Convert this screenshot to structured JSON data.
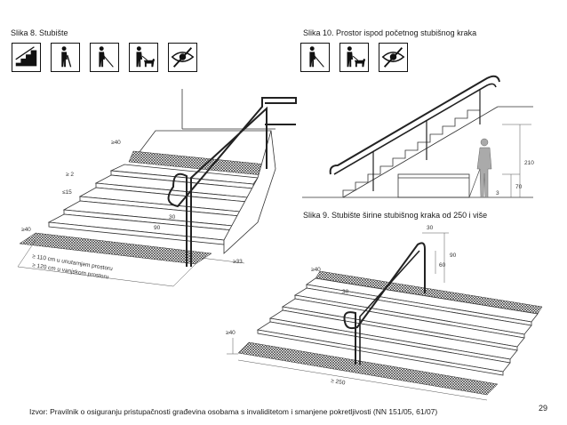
{
  "captions": {
    "fig8": "Slika 8. Stubište",
    "fig10": "Slika 10. Prostor ispod početnog stubišnog kraka",
    "fig9": "Slika 9. Stubište širine stubišnog kraka od 250 i više"
  },
  "icons": {
    "left": [
      "stairs-icon",
      "person-cane-icon",
      "person-white-cane-icon",
      "person-guide-dog-icon",
      "crossed-eye-icon"
    ],
    "right": [
      "person-white-cane-icon",
      "person-guide-dog-icon",
      "crossed-eye-icon"
    ]
  },
  "dims8": {
    "d40a": "≥40",
    "d2": "≥ 2",
    "d15": "≤15",
    "d40b": "≥40",
    "d30": "30",
    "d90": "90",
    "d33": "≥33",
    "w110": "≥ 110 cm u unutarnjem prostoru",
    "w120": "≥ 120 cm u vanjskom prostoru"
  },
  "dims10": {
    "h210": "210",
    "h70": "70",
    "h3": "3"
  },
  "dims9": {
    "d30": "30",
    "d90": "90",
    "d60": "60",
    "d40a": "≥40",
    "d30b": "30",
    "d40b": "≥40",
    "w250": "≥ 250"
  },
  "source": "Izvor: Pravilnik o osiguranju pristupačnosti građevina osobama s invaliditetom i smanjene pokretljivosti (NN 151/05, 61/07)",
  "page_number": "29"
}
